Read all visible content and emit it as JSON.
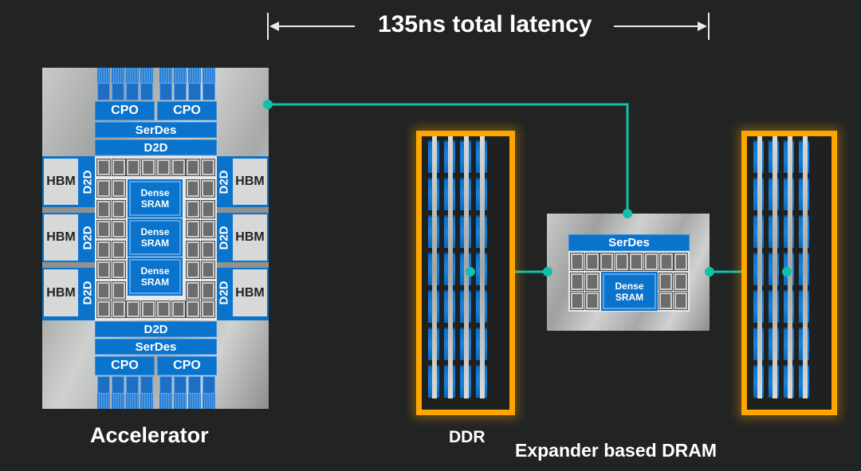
{
  "header": {
    "latency_label": "135ns total latency"
  },
  "accelerator": {
    "label": "Accelerator",
    "cpo_top": [
      "CPO",
      "CPO"
    ],
    "serdes_top": "SerDes",
    "d2d_top": "D2D",
    "hbm_left": [
      "HBM",
      "HBM",
      "HBM"
    ],
    "hbm_right": [
      "HBM",
      "HBM",
      "HBM"
    ],
    "d2d_left": [
      "D2D",
      "D2D",
      "D2D"
    ],
    "d2d_right": [
      "D2D",
      "D2D",
      "D2D"
    ],
    "sram_blocks": [
      {
        "line1": "Dense",
        "line2": "SRAM"
      },
      {
        "line1": "Dense",
        "line2": "SRAM"
      },
      {
        "line1": "Dense",
        "line2": "SRAM"
      }
    ],
    "d2d_bottom": "D2D",
    "serdes_bottom": "SerDes",
    "cpo_bottom": [
      "CPO",
      "CPO"
    ]
  },
  "ddr": {
    "label": "DDR"
  },
  "expander": {
    "label": "Expander based DRAM",
    "serdes": "SerDes",
    "sram": {
      "line1": "Dense",
      "line2": "SRAM"
    }
  },
  "colors": {
    "background": "#222423",
    "accent_blue": "#0a73cc",
    "connector_teal": "#12c0a8",
    "dimm_outline": "#ffa500"
  }
}
